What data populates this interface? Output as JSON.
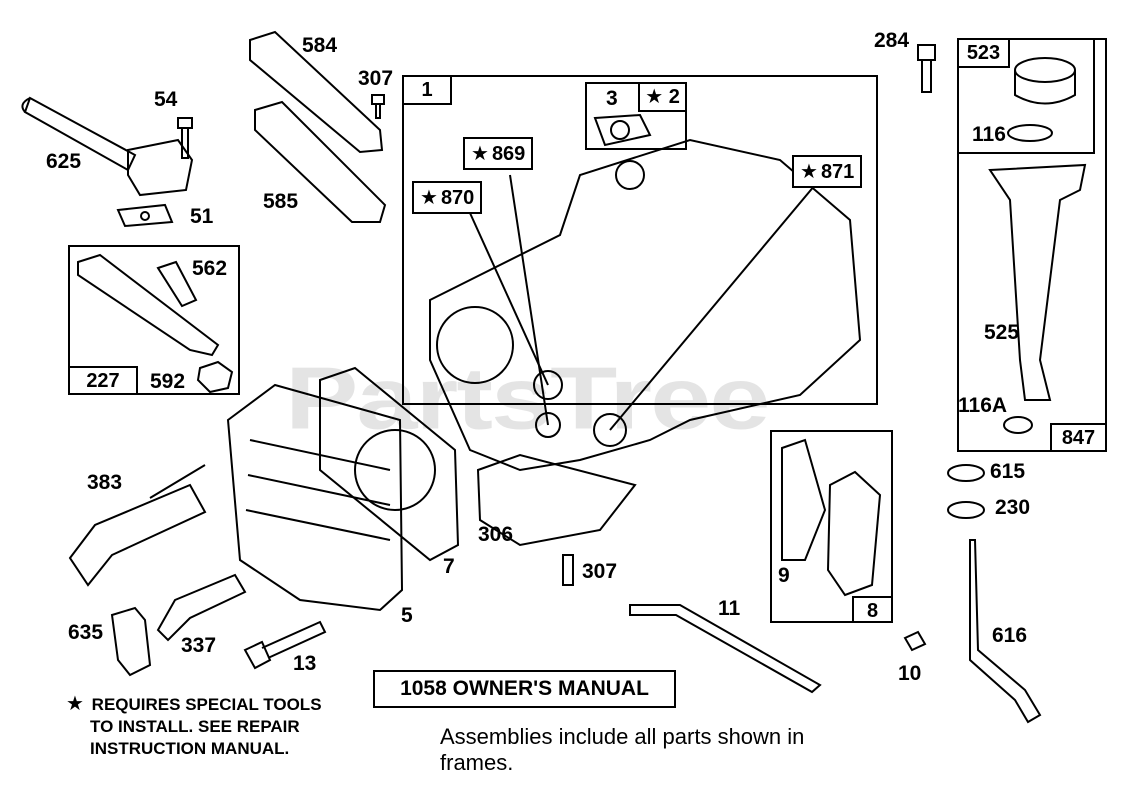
{
  "watermark": "PartsTree",
  "labels": {
    "l584": "584",
    "l307a": "307",
    "l54": "54",
    "l625": "625",
    "l51": "51",
    "l585": "585",
    "l562": "562",
    "l227": "227",
    "l592": "592",
    "l383": "383",
    "l635": "635",
    "l337": "337",
    "l13": "13",
    "l5": "5",
    "l7": "7",
    "l306": "306",
    "l307b": "307",
    "l11": "11",
    "l9": "9",
    "l8": "8",
    "l10": "10",
    "l616": "616",
    "l615": "615",
    "l230": "230",
    "l284": "284",
    "l523": "523",
    "l116": "116",
    "l525": "525",
    "l116A": "116A",
    "l847": "847",
    "l1": "1",
    "l3": "3",
    "l2": "2",
    "l869": "869",
    "l870": "870",
    "l871": "871"
  },
  "star_symbol": "★",
  "note": {
    "line1": "REQUIRES SPECIAL TOOLS",
    "line2": "TO INSTALL.  SEE REPAIR",
    "line3": "INSTRUCTION MANUAL."
  },
  "manual_box": "1058 OWNER'S MANUAL",
  "footnote": "Assemblies include all parts shown in frames."
}
